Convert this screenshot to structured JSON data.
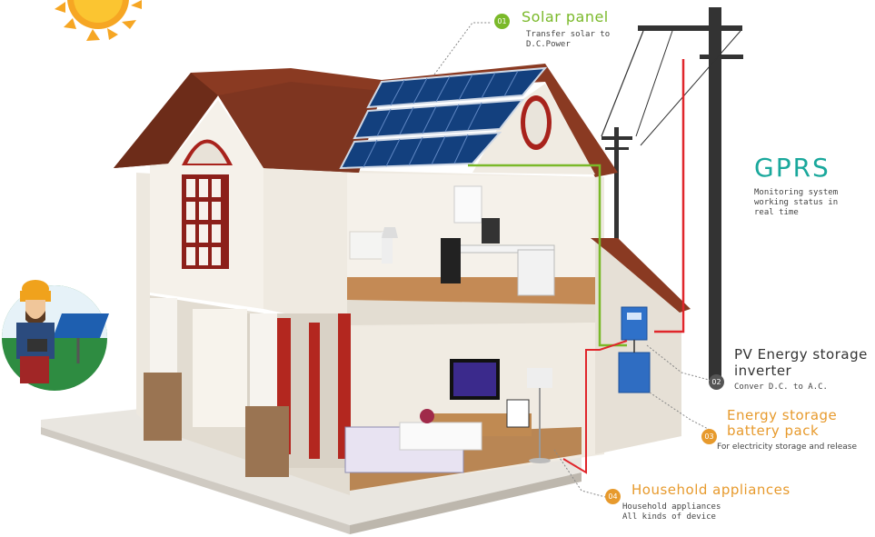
{
  "callouts": [
    {
      "number": "01",
      "title": "Solar panel",
      "subtitle_lines": [
        "Transfer solar to",
        "D.C.Power"
      ]
    },
    {
      "number": "02",
      "title_lines": [
        "PV Energy storage",
        "inverter"
      ],
      "subtitle": "Conver D.C. to A.C."
    },
    {
      "number": "03",
      "title_lines": [
        "Energy storage",
        "battery pack"
      ],
      "subtitle": "For electricity storage and release"
    },
    {
      "number": "04",
      "title": "Household appliances",
      "subtitle_lines": [
        "Household appliances",
        "All kinds of device"
      ]
    }
  ],
  "gprs": {
    "title": "GPRS",
    "subtitle_lines": [
      "Monitoring system",
      "working status in",
      "real time"
    ]
  },
  "colors": {
    "green": "#7ab929",
    "orange": "#e79a2d",
    "gray_badge": "#555555",
    "teal": "#1aa89c",
    "dc_wire": "#7ab929",
    "ac_wire": "#e0262b"
  },
  "icons": [
    "sun-icon",
    "engineer-avatar-icon",
    "utility-pole-icon"
  ]
}
